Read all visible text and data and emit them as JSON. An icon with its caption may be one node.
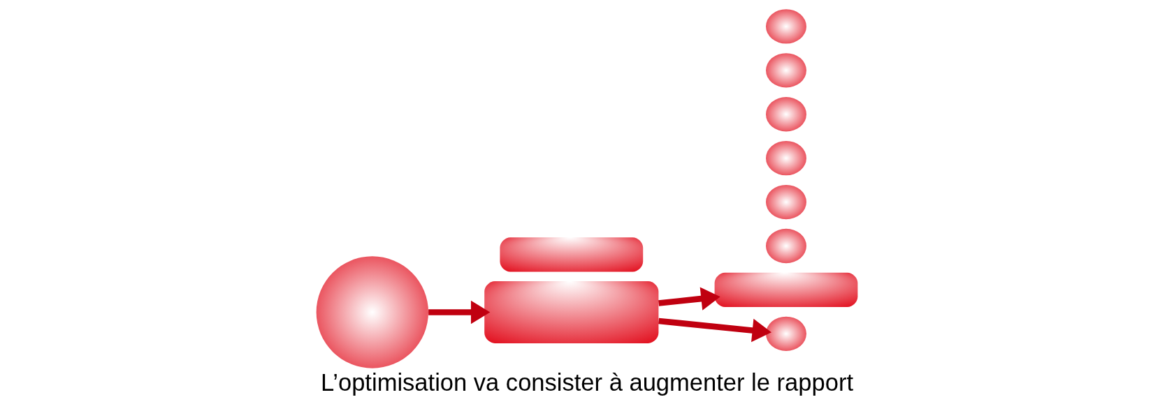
{
  "diagram": {
    "caption": "L’optimisation va consister à augmenter le rapport",
    "nodes": [
      {
        "text": [],
        "shape": "circle"
      },
      {
        "text": [],
        "shape": "capsule"
      },
      {
        "text": [],
        "shape": "capsule"
      },
      {
        "text": [],
        "shape": "capsule"
      },
      {
        "text": [],
        "shape": "circle"
      },
      {
        "text": [],
        "shape": "circle"
      },
      {
        "text": [],
        "shape": "circle"
      },
      {
        "text": [],
        "shape": "circle"
      },
      {
        "text": [],
        "shape": "circle"
      },
      {
        "text": [],
        "shape": "circle"
      },
      {
        "text": [],
        "shape": "circle"
      }
    ],
    "edges": [
      {
        "from": 0,
        "to": 1,
        "arrow": "to"
      },
      {
        "from": 1,
        "to": 3,
        "arrow": "to"
      },
      {
        "from": 1,
        "to": 4,
        "arrow": "to"
      }
    ]
  }
}
